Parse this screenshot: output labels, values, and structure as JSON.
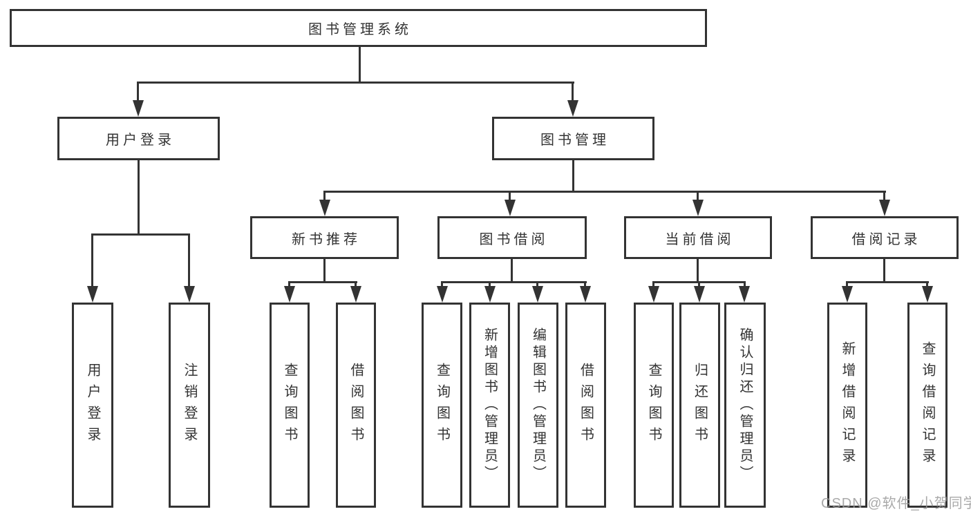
{
  "colors": {
    "line": "#333333",
    "text": "#333333",
    "background": "#ffffff",
    "watermark_color": "#9b9b9b"
  },
  "watermark": "CSDN @软件_小贺同学",
  "tree": {
    "label": "图书管理系统",
    "children": [
      {
        "label": "用户登录",
        "children": [
          {
            "label": "用户登录"
          },
          {
            "label": "注销登录"
          }
        ]
      },
      {
        "label": "图书管理",
        "children": [
          {
            "label": "新书推荐",
            "children": [
              {
                "label": "查询图书"
              },
              {
                "label": "借阅图书"
              }
            ]
          },
          {
            "label": "图书借阅",
            "children": [
              {
                "label": "查询图书"
              },
              {
                "label": "新增图书（管理员）"
              },
              {
                "label": "编辑图书（管理员）"
              },
              {
                "label": "借阅图书"
              }
            ]
          },
          {
            "label": "当前借阅",
            "children": [
              {
                "label": "查询图书"
              },
              {
                "label": "归还图书"
              },
              {
                "label": "确认归还（管理员）"
              }
            ]
          },
          {
            "label": "借阅记录",
            "children": [
              {
                "label": "新增借阅记录"
              },
              {
                "label": "查询借阅记录"
              }
            ]
          }
        ]
      }
    ]
  }
}
